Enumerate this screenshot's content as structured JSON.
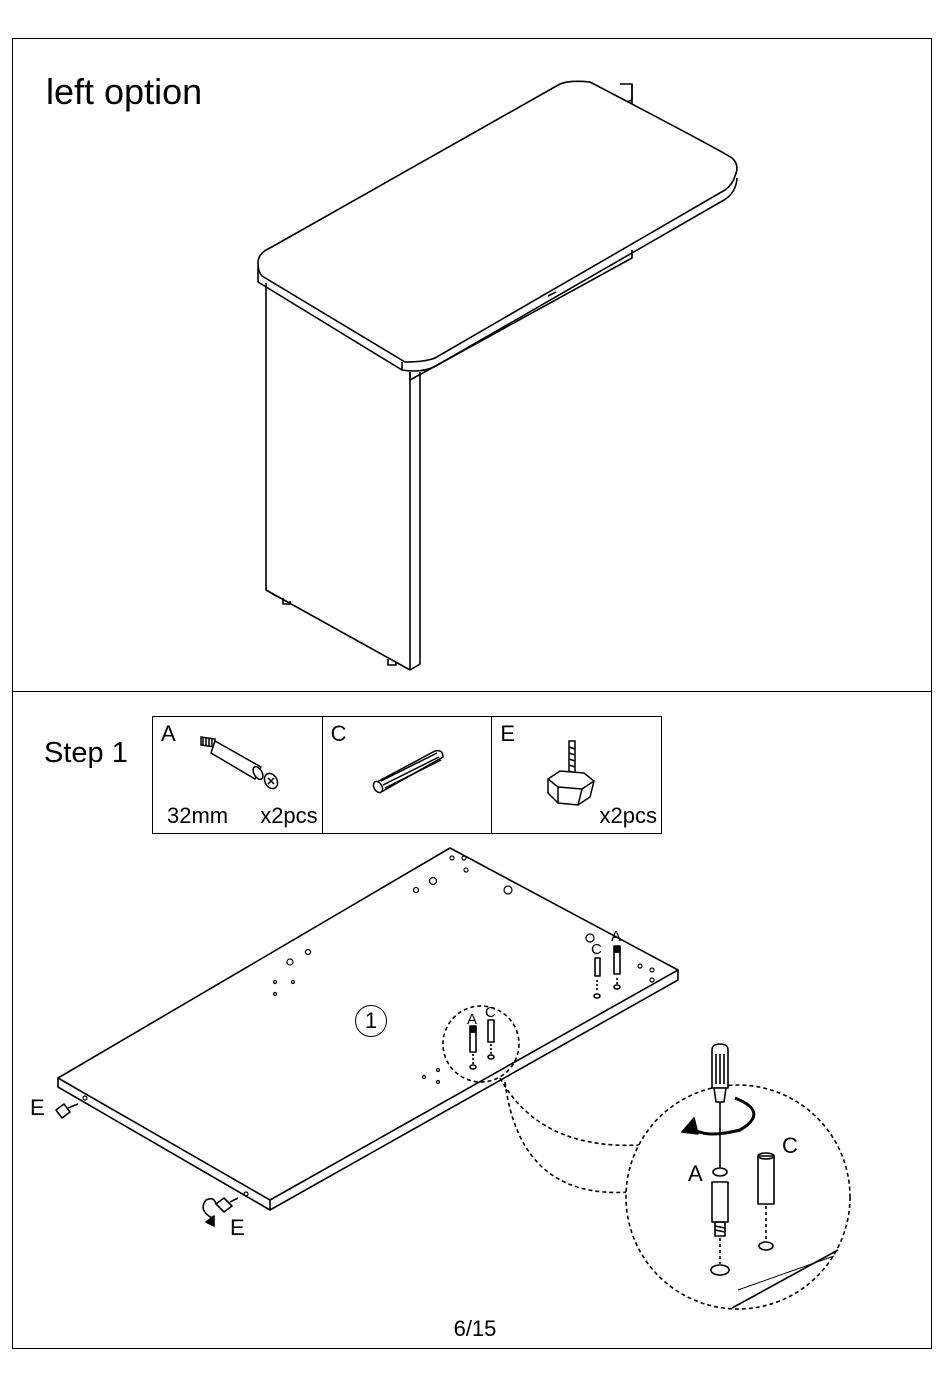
{
  "page": {
    "title": "left option",
    "page_number": "6/15"
  },
  "step": {
    "label": "Step 1",
    "panel_number": "1"
  },
  "parts": [
    {
      "letter": "A",
      "size": "32mm",
      "qty": "x2pcs"
    },
    {
      "letter": "C",
      "size": "",
      "qty": ""
    },
    {
      "letter": "E",
      "size": "",
      "qty": "x2pcs"
    }
  ],
  "callouts": {
    "a_small": "A",
    "c_small": "C",
    "a_top": "A",
    "c_top": "C",
    "e_left": "E",
    "e_bottom": "E",
    "a_zoom": "A",
    "c_zoom": "C"
  }
}
